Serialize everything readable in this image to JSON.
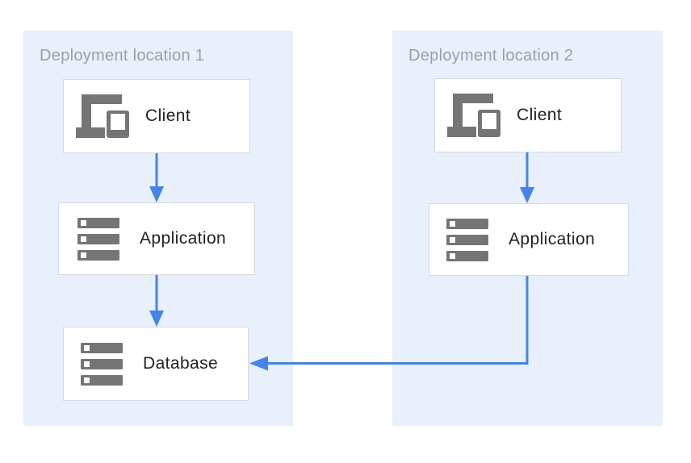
{
  "diagram": {
    "type": "architecture-diagram",
    "colors": {
      "panel-fill": "#e7f0fb",
      "arrow-blue": "#4683ea",
      "icon-gray": "#757575",
      "node-border": "#d8dade",
      "node-fill": "#ffffff",
      "title-gray": "#9aa0a6",
      "label-dark": "#212121",
      "page-bg": "#ffffff"
    },
    "panels": [
      {
        "title": "Deployment location 1",
        "nodes": [
          {
            "label": "Client",
            "icon": "devices-icon"
          },
          {
            "label": "Application",
            "icon": "server-stack-icon"
          },
          {
            "label": "Database",
            "icon": "server-stack-icon"
          }
        ]
      },
      {
        "title": "Deployment location 2",
        "nodes": [
          {
            "label": "Client",
            "icon": "devices-icon"
          },
          {
            "label": "Application",
            "icon": "server-stack-icon"
          }
        ]
      }
    ],
    "connections": [
      {
        "from": "location1.client",
        "to": "location1.application",
        "style": "arrow-down"
      },
      {
        "from": "location1.application",
        "to": "location1.database",
        "style": "arrow-down"
      },
      {
        "from": "location2.client",
        "to": "location2.application",
        "style": "arrow-down"
      },
      {
        "from": "location2.application",
        "to": "location1.database",
        "style": "arrow-elbow-left"
      }
    ]
  }
}
